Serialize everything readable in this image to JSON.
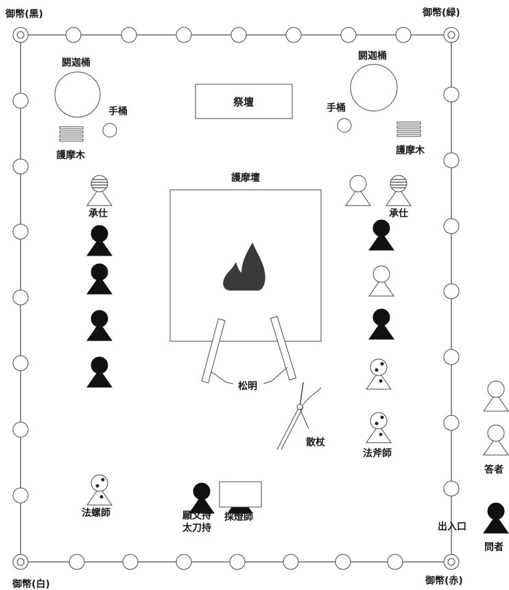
{
  "corners": {
    "top_left": "御幣(黒)",
    "top_right": "御幣(緑)",
    "bottom_left": "御幣(白)",
    "bottom_right": "御幣(赤)"
  },
  "objects": {
    "tub_left": "閼迦桶",
    "tub_right": "閼迦桶",
    "hand_bucket_left": "手桶",
    "hand_bucket_right": "手桶",
    "goma_wood_left": "護摩木",
    "goma_wood_right": "護摩木",
    "altar": "祭壇",
    "goma_altar": "護摩壇",
    "torch": "松明",
    "staff": "散杖"
  },
  "people": {
    "shouji_left": "承仕",
    "shouji_right": "承仕",
    "hotei": "法螺師",
    "hofushi": "法斧師",
    "ganmon_line1": "願文持",
    "ganmon_line2": "太刀持",
    "saitoushi": "採燈師",
    "respondent": "答者",
    "questioner": "問者",
    "entrance": "出入口"
  },
  "colors": {
    "line": "#444444",
    "figure_dark": "#111111",
    "flame": "#3a3a3a"
  }
}
